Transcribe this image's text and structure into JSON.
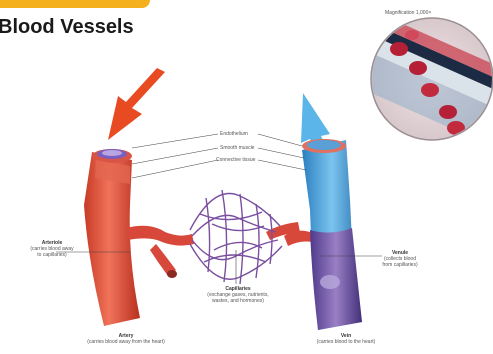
{
  "title": "Blood Vessels",
  "colors": {
    "accent_tab": "#f5b01e",
    "artery": "#e8553c",
    "vein": "#3f9ad8",
    "vein_lower": "#6b4a9a",
    "capillary": "#7a4fa0",
    "arrow_in": "#e84a22",
    "arrow_out": "#5bb5e8"
  },
  "labels": {
    "inset_title": "Magnification 1,000×",
    "endothelium": "Endothelium",
    "smooth_muscle": "Smooth muscle",
    "connective_tissue": "Connective tissue",
    "arteriole": "Arteriole",
    "arteriole_desc": "(carries blood away",
    "arteriole_desc2": "to capillaries)",
    "capillaries": "Capillaries",
    "capillaries_desc": "(exchange gases, nutrients,",
    "capillaries_desc2": "wastes, and hormones)",
    "venule": "Venule",
    "venule_desc": "(collects blood",
    "venule_desc2": "from capillaries)",
    "artery": "Artery",
    "artery_desc": "(carries blood away from the heart)",
    "vein": "Vein",
    "vein_desc": "(carries blood to the heart)"
  },
  "icons": {
    "in_arrow": "arrow-down-left-icon",
    "out_arrow": "arrow-up-icon"
  }
}
